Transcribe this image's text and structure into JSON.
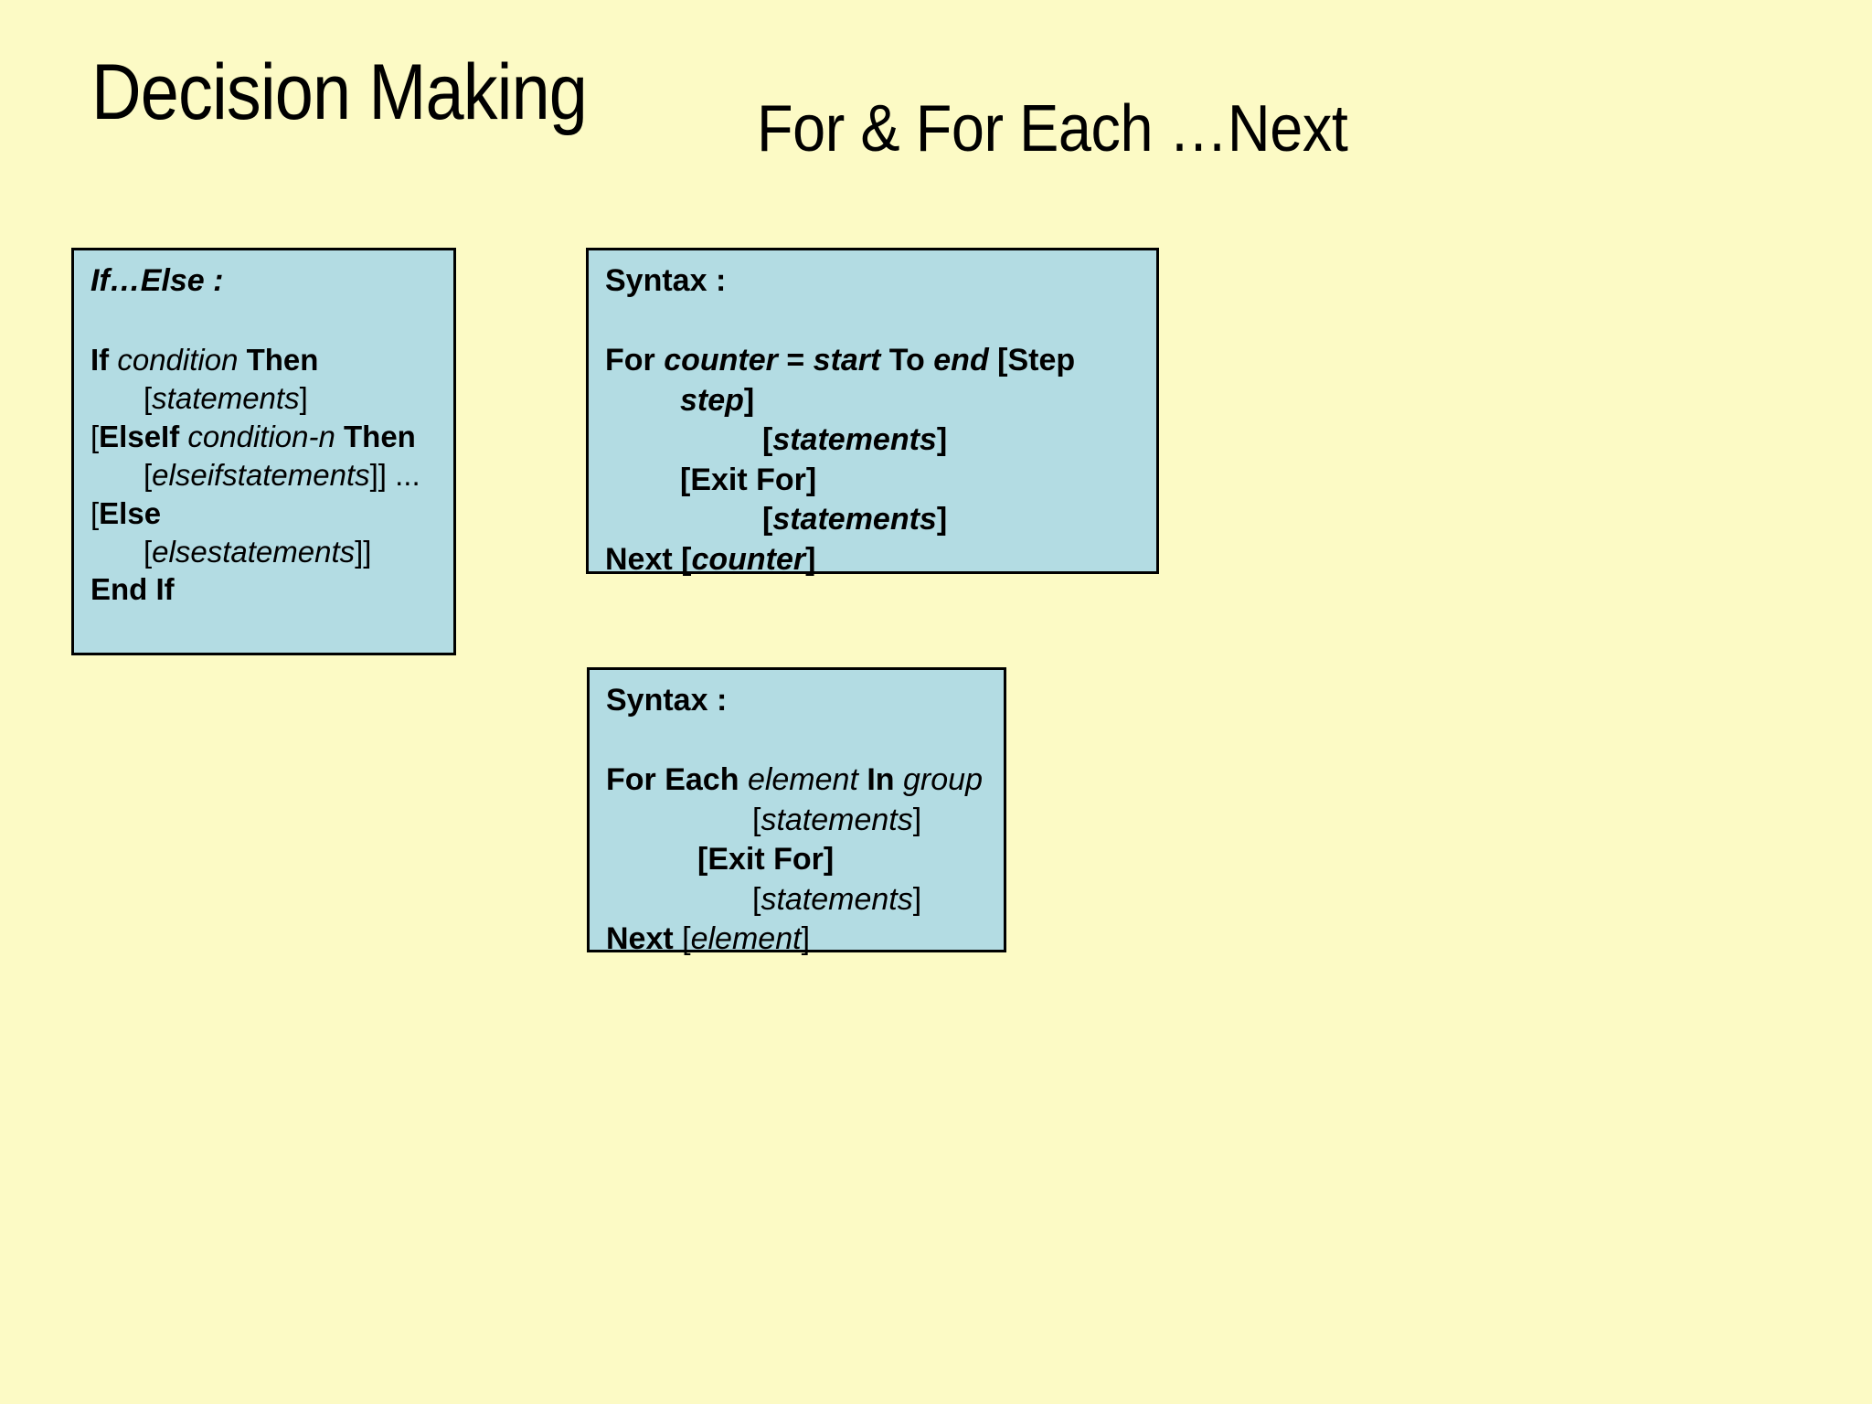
{
  "slide": {
    "background_color": "#fcfac5",
    "box_fill_color": "#b3dce3",
    "box_border_color": "#000000",
    "text_color": "#000000"
  },
  "titles": {
    "main": "Decision Making",
    "sub": "For & For Each …Next"
  },
  "ifelse_box": {
    "heading": "If…Else :",
    "lines": {
      "l1_kw_if": "If",
      "l1_condition": " condition ",
      "l1_kw_then": "Then",
      "l2_open": "[",
      "l2_statements": "statements",
      "l2_close": "]",
      "l3_open": "[",
      "l3_kw_elseif": "ElseIf",
      "l3_condition": " condition-n ",
      "l3_kw_then": "Then",
      "l4_open": "[",
      "l4_statements": "elseifstatements",
      "l4_close": "]] ...",
      "l5_open": "[",
      "l5_kw_else": "Else",
      "l6_open": "[",
      "l6_statements": "elsestatements",
      "l6_close": "]]",
      "l7_kw_endif": "End If"
    }
  },
  "for_box": {
    "heading": "Syntax :",
    "lines": {
      "l1_kw_for": "For ",
      "l1_counter": "counter",
      "l1_eq": " = ",
      "l1_start": "start",
      "l1_kw_to": " To ",
      "l1_end": "end",
      "l1_step_open": " [Step",
      "l2_step": "step",
      "l2_close": "]",
      "l3_open": "[",
      "l3_statements": "statements",
      "l3_close": "]",
      "l4_exitfor": "[Exit For]",
      "l5_open": "[",
      "l5_statements": "statements",
      "l5_close": "]",
      "l6_kw_next": "Next ",
      "l6_open": "[",
      "l6_counter": "counter",
      "l6_close": "]"
    }
  },
  "foreach_box": {
    "heading": "Syntax :",
    "lines": {
      "l1_kw_foreach": "For Each ",
      "l1_element": "element",
      "l1_kw_in": " In ",
      "l1_group": "group",
      "l2_open": "[",
      "l2_statements": "statements",
      "l2_close": "]",
      "l3_exitfor": "[Exit For]",
      "l4_open": "[",
      "l4_statements": "statements",
      "l4_close": "]",
      "l5_kw_next": "Next ",
      "l5_open": "[",
      "l5_element": "element",
      "l5_close": "]"
    }
  }
}
